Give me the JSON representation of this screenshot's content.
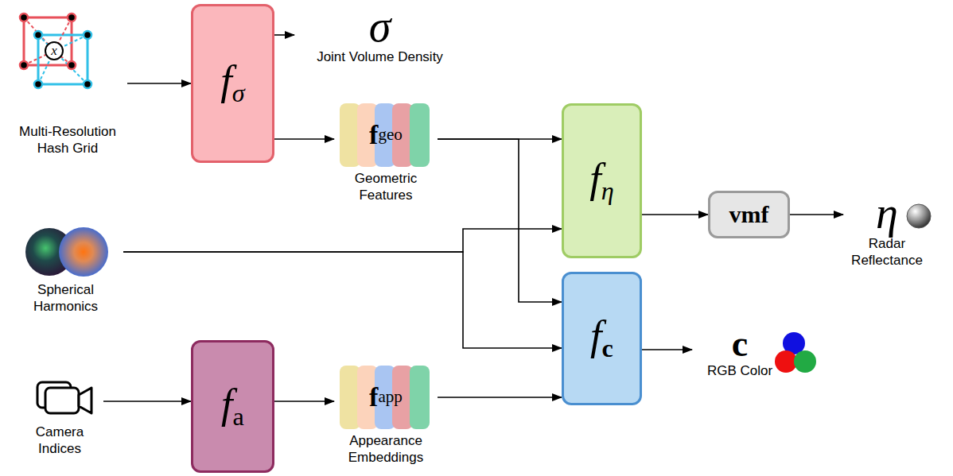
{
  "diagram": {
    "nodes": [
      {
        "text": [
          "Multi-Resolution Hash Grid"
        ]
      },
      {
        "text": [
          "fσ"
        ]
      },
      {
        "text": [
          "σ",
          "Joint Volume Density"
        ]
      },
      {
        "text": [
          "fgeo",
          "Geometric Features"
        ]
      },
      {
        "text": [
          "fη"
        ]
      },
      {
        "text": [
          "vmf"
        ]
      },
      {
        "text": [
          "η",
          "Radar Reflectance"
        ]
      },
      {
        "text": [
          "Spherical Harmonics"
        ]
      },
      {
        "text": [
          "fc"
        ]
      },
      {
        "text": [
          "c",
          "RGB Color"
        ]
      },
      {
        "text": [
          "Camera Indices"
        ]
      },
      {
        "text": [
          "fa"
        ]
      },
      {
        "text": [
          "fapp",
          "Appearance Embeddings"
        ]
      }
    ],
    "edges": [
      {
        "from": 0,
        "to": 1,
        "arrow": "to"
      },
      {
        "from": 1,
        "to": 2,
        "arrow": "to"
      },
      {
        "from": 1,
        "to": 3,
        "arrow": "to"
      },
      {
        "from": 3,
        "to": 4,
        "arrow": "to"
      },
      {
        "from": 3,
        "to": 8,
        "arrow": "to"
      },
      {
        "from": 4,
        "to": 5,
        "arrow": "to"
      },
      {
        "from": 5,
        "to": 6,
        "arrow": "to"
      },
      {
        "from": 7,
        "to": 4,
        "arrow": "to"
      },
      {
        "from": 7,
        "to": 8,
        "arrow": "to"
      },
      {
        "from": 8,
        "to": 9,
        "arrow": "to"
      },
      {
        "from": 10,
        "to": 11,
        "arrow": "to"
      },
      {
        "from": 11,
        "to": 12,
        "arrow": "to"
      },
      {
        "from": 12,
        "to": 8,
        "arrow": "to"
      }
    ],
    "labels": [
      "x"
    ]
  }
}
